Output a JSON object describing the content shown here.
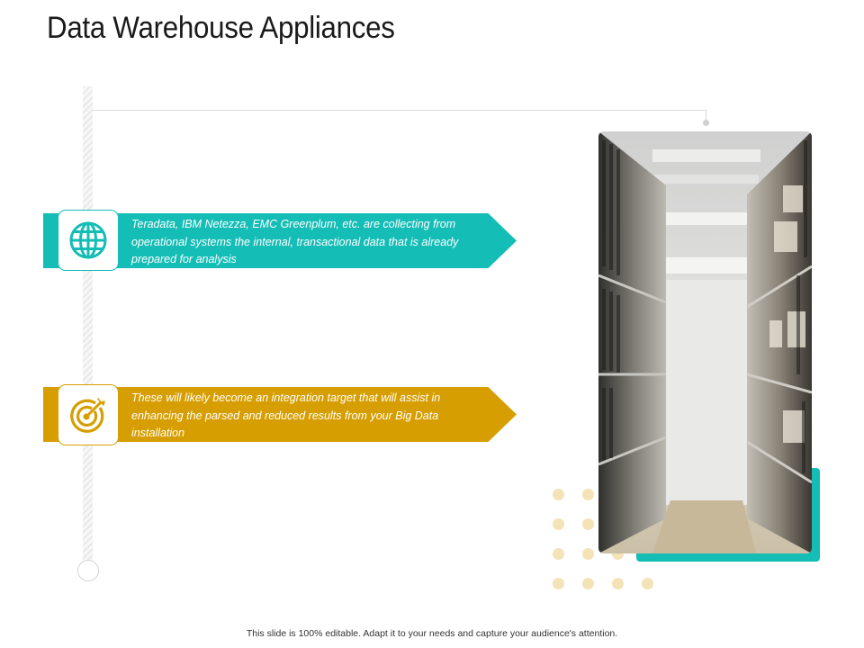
{
  "slide": {
    "title": "Data Warehouse Appliances",
    "items": [
      {
        "icon": "globe-icon",
        "color": "#14bdb5",
        "text": "Teradata, IBM Netezza, EMC Greenplum, etc. are collecting from operational systems the internal, transactional data that is already prepared for analysis"
      },
      {
        "icon": "target-arrow-icon",
        "color": "#d69e00",
        "text": "These will likely become an integration target that will assist in enhancing the parsed and reduced results from your Big Data installation"
      }
    ],
    "image": "warehouse-shelves-photo",
    "footer": "This slide is 100% editable. Adapt it to your needs and capture your audience's attention."
  }
}
